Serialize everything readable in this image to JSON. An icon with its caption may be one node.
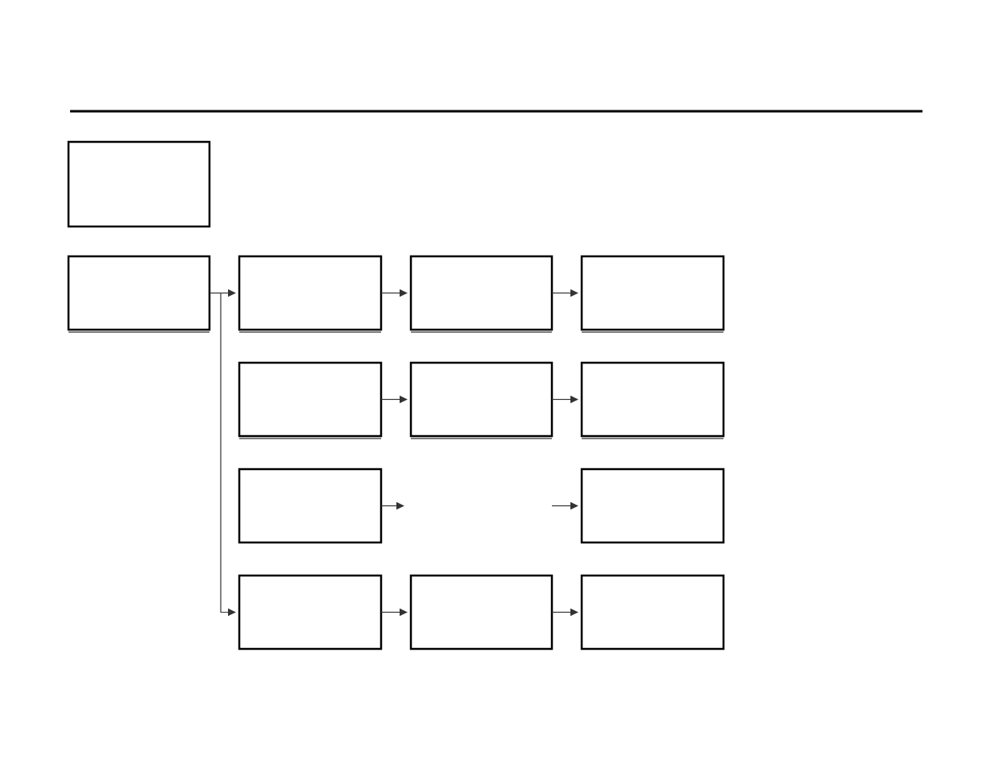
{
  "diagram": {
    "nodes": [
      {
        "text": [],
        "shape": "box"
      },
      {
        "text": [],
        "shape": "box"
      },
      {
        "text": [],
        "shape": "box"
      },
      {
        "text": [],
        "shape": "box"
      },
      {
        "text": [],
        "shape": "box"
      },
      {
        "text": [],
        "shape": "box"
      },
      {
        "text": [],
        "shape": "box"
      },
      {
        "text": [],
        "shape": "box"
      },
      {
        "text": [],
        "shape": "box"
      },
      {
        "text": [],
        "shape": "box"
      },
      {
        "text": [],
        "shape": "box"
      },
      {
        "text": [],
        "shape": "box"
      },
      {
        "text": [],
        "shape": "box"
      }
    ],
    "edges": [
      {
        "from": 1,
        "to": 2,
        "arrow": "to"
      },
      {
        "from": 1,
        "to": 10,
        "arrow": "to"
      },
      {
        "from": 2,
        "to": 3,
        "arrow": "to"
      },
      {
        "from": 3,
        "to": 4,
        "arrow": "to"
      },
      {
        "from": 5,
        "to": 6,
        "arrow": "to"
      },
      {
        "from": 6,
        "to": 7,
        "arrow": "to"
      },
      {
        "from": 8,
        "to": null,
        "arrow": "to"
      },
      {
        "from": null,
        "to": 9,
        "arrow": "to"
      },
      {
        "from": 10,
        "to": 11,
        "arrow": "to"
      },
      {
        "from": 11,
        "to": 12,
        "arrow": "to"
      }
    ]
  }
}
